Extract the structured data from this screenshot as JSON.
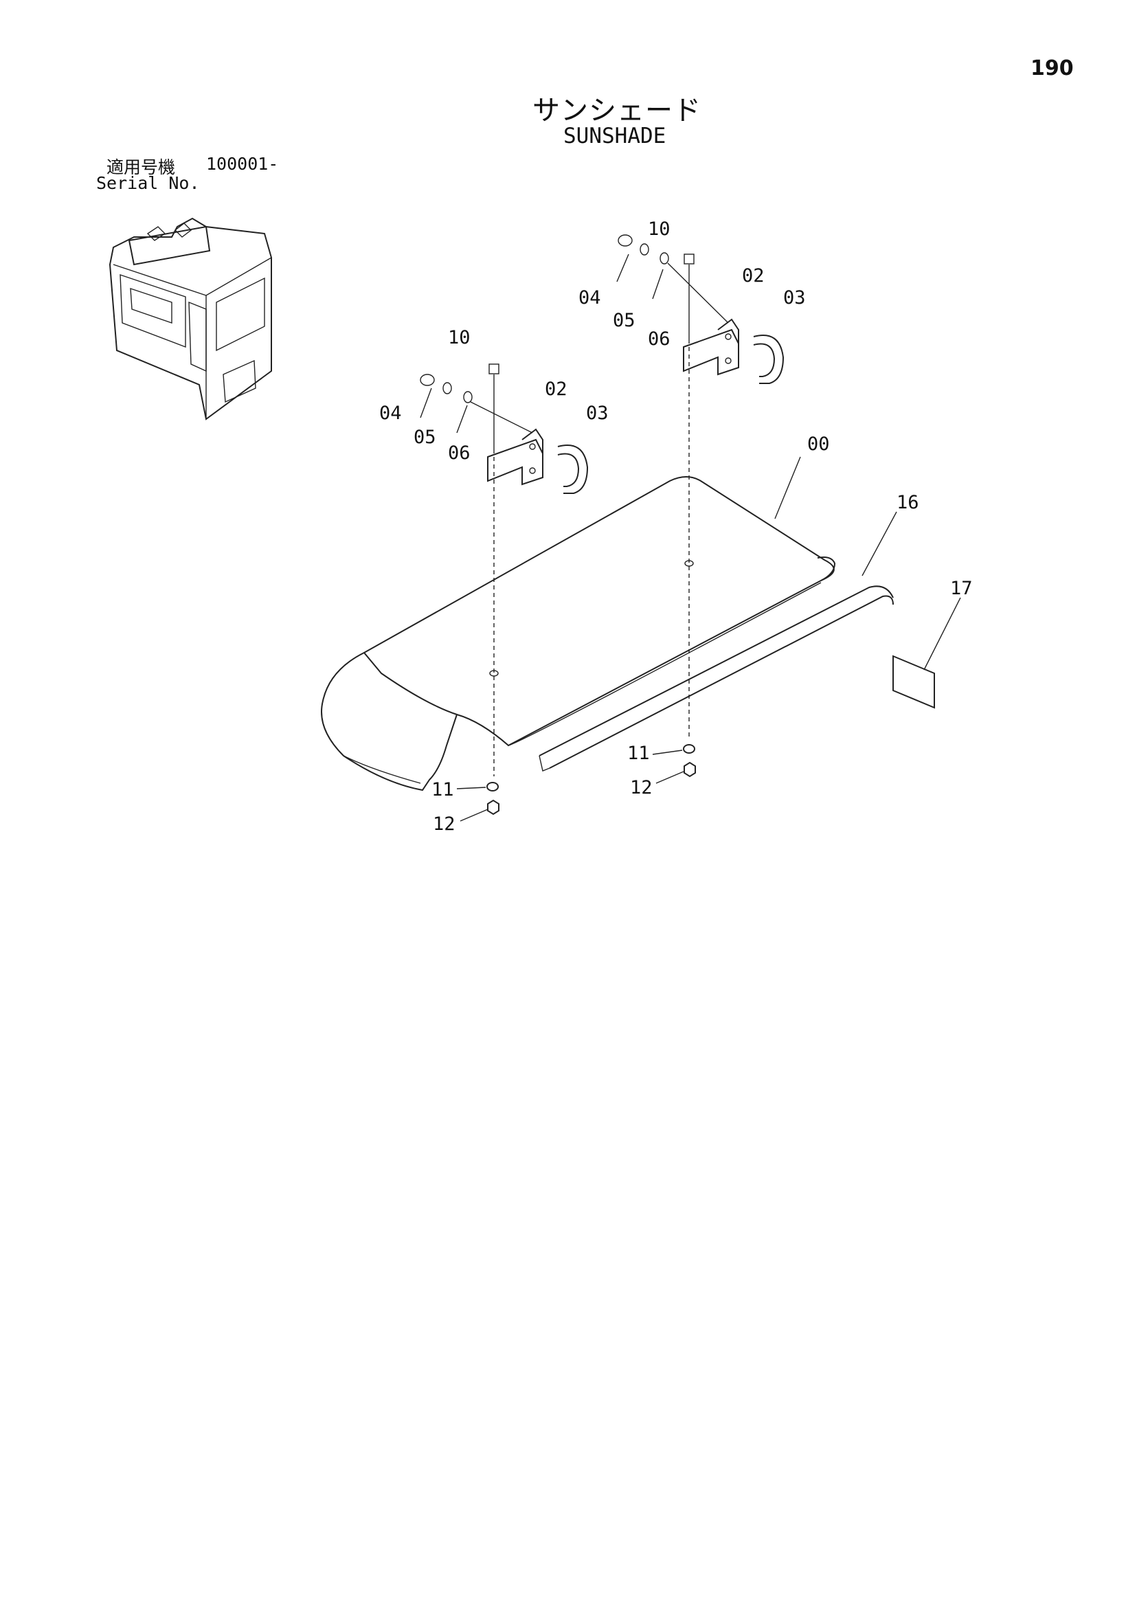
{
  "header": {
    "page_number": "190",
    "title_ja": "サンシェード",
    "title_en": "SUNSHADE",
    "serial_label_ja": "適用号機",
    "serial_value": "100001-",
    "serial_label_en": "Serial No."
  },
  "callouts": {
    "left_10": "10",
    "left_04": "04",
    "left_05": "05",
    "left_06": "06",
    "left_02": "02",
    "left_03": "03",
    "right_10": "10",
    "right_04": "04",
    "right_05": "05",
    "right_06": "06",
    "right_02": "02",
    "right_03": "03",
    "sunshade_00": "00",
    "seal_16": "16",
    "label_17": "17",
    "left_11": "11",
    "left_12": "12",
    "right_11": "11",
    "right_12": "12"
  }
}
